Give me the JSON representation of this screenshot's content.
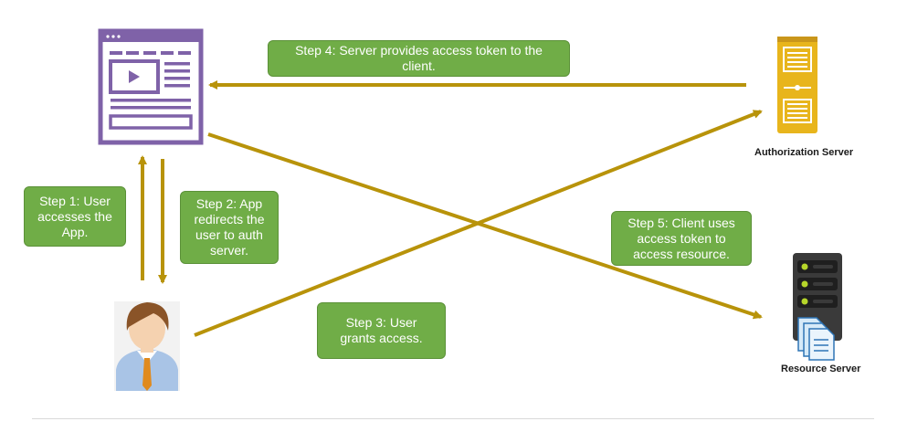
{
  "colors": {
    "arrow": "#b8930a",
    "step_box": "#70ad47",
    "app_frame": "#7f62a8",
    "auth_server": "#e8b51c",
    "resource_server": "#3a3a3a"
  },
  "icons": {
    "client_app": "browser-window-icon",
    "user": "user-avatar-icon",
    "authorization_server": "server-tower-icon",
    "resource_server": "server-rack-icon"
  },
  "steps": [
    {
      "id": "step1",
      "text": "Step 1: User\naccesses the\nApp."
    },
    {
      "id": "step2",
      "text": "Step 2: App\nredirects the\nuser to auth\nserver."
    },
    {
      "id": "step3",
      "text": "Step 3: User\ngrants access."
    },
    {
      "id": "step4",
      "text": "Step 4: Server provides access token to the\nclient."
    },
    {
      "id": "step5",
      "text": "Step 5: Client uses\naccess token to\naccess resource."
    }
  ],
  "labels": {
    "authorization_server": "Authorization Server",
    "resource_server": "Resource Server"
  }
}
